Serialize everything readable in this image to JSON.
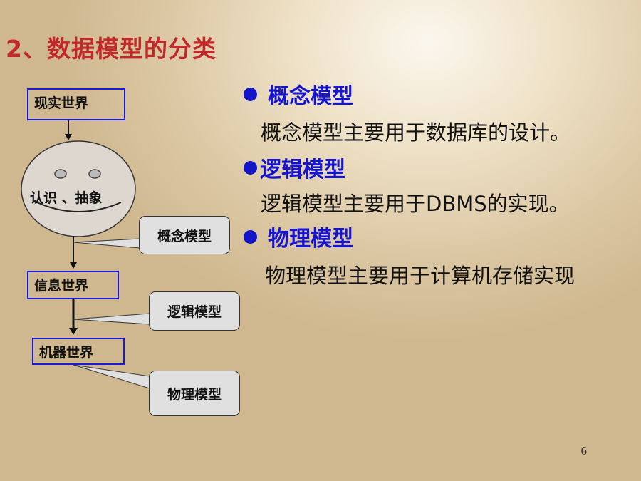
{
  "slide": {
    "title": "2、数据模型的分类",
    "page_number": "6"
  },
  "diagram": {
    "real_world": "现实世界",
    "abstraction": "认识 、抽象",
    "info_world": "信息世界",
    "machine_world": "机器世界",
    "callouts": [
      "概念模型",
      "逻辑模型",
      "物理模型"
    ]
  },
  "bullets": [
    {
      "heading": "概念模型",
      "body": "概念模型主要用于数据库的设计。"
    },
    {
      "heading": "逻辑模型",
      "body": "逻辑模型主要用于DBMS的实现。"
    },
    {
      "heading": "物理模型",
      "body": "物理模型主要用于计算机存储实现"
    }
  ],
  "colors": {
    "title": "#c0282a",
    "accent_blue": "#1515d0",
    "box_border": "#1a1adf",
    "callout_fill": "#e0e0e0"
  }
}
